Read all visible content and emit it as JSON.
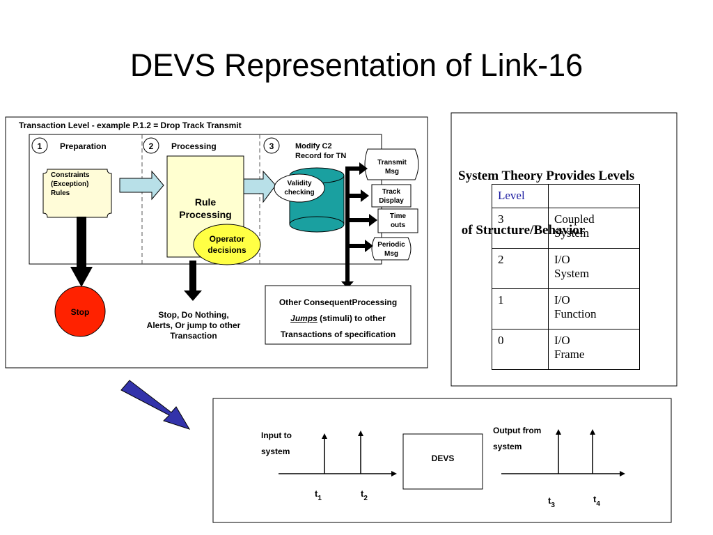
{
  "title": "DEVS Representation of Link-16",
  "transaction": {
    "heading": "Transaction Level - example P.1.2 = Drop Track Transmit",
    "stages": [
      {
        "number": "1",
        "label": "Preparation"
      },
      {
        "number": "2",
        "label": "Processing"
      },
      {
        "number": "3",
        "label_line1": "Modify  C2",
        "label_line2": "Record for TN"
      }
    ],
    "constraints": [
      "Constraints",
      "(Exception)",
      "Rules"
    ],
    "rule_processing": [
      "Rule",
      "Processing"
    ],
    "operator_decisions": [
      "Operator",
      "decisions"
    ],
    "validity": [
      "Validity",
      "checking"
    ],
    "outputs": [
      [
        "Transmit",
        "Msg"
      ],
      [
        "Track",
        "Display"
      ],
      [
        "Time",
        "outs"
      ],
      [
        "Periodic",
        "Msg"
      ]
    ],
    "stop": "Stop",
    "stop_note": [
      "Stop, Do Nothing,",
      "Alerts, Or jump to other",
      "Transaction"
    ],
    "consequent": {
      "line1": "Other ConsequentProcessing",
      "jumps": "Jumps",
      "line2_rest": " (stimuli) to other",
      "line3": "Transactions of specification"
    }
  },
  "system_theory": {
    "heading_line1": "System Theory Provides Levels",
    "heading_line2": " of Structure/Behavior",
    "header": "Level",
    "rows": [
      {
        "level": "3",
        "desc": [
          "Coupled",
          "System"
        ]
      },
      {
        "level": "2",
        "desc": [
          "I/O",
          "System"
        ]
      },
      {
        "level": "1",
        "desc": [
          "I/O",
          "Function"
        ]
      },
      {
        "level": "0",
        "desc": [
          "I/O",
          "Frame"
        ]
      }
    ]
  },
  "devs": {
    "input_label": [
      "Input to",
      "system"
    ],
    "box_label": "DEVS",
    "output_label": [
      "Output from",
      "system"
    ],
    "input_ticks": [
      {
        "t": "t",
        "sub": "1"
      },
      {
        "t": "t",
        "sub": "2"
      }
    ],
    "output_ticks": [
      {
        "t": "t",
        "sub": "3"
      },
      {
        "t": "t",
        "sub": "4"
      }
    ]
  },
  "colors": {
    "arrow_light": "#b8e0e8",
    "constraints_fill": "#fffcd8",
    "rule_fill": "#ffffd0",
    "operator_fill": "#ffff44",
    "cylinder": "#1aa0a0",
    "stop_fill": "#ff2200",
    "blue_arrow": "#3333aa",
    "level_header": "#1a1aa0"
  }
}
